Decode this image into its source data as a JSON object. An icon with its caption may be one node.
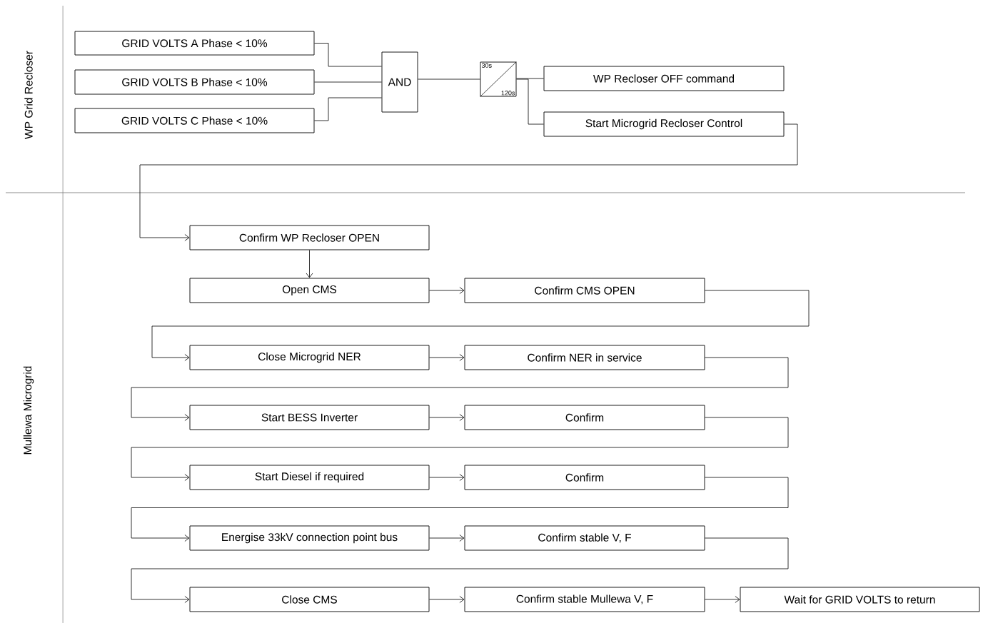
{
  "diagram": {
    "nodes": [
      {
        "text": [
          "GRID VOLTS A Phase < 10%"
        ]
      },
      {
        "text": [
          "GRID VOLTS B Phase < 10%"
        ]
      },
      {
        "text": [
          "GRID VOLTS C  Phase < 10%"
        ]
      },
      {
        "text": [
          "AND"
        ]
      },
      {
        "text": [
          "30s",
          "120s"
        ]
      },
      {
        "text": [
          "WP Recloser OFF command"
        ]
      },
      {
        "text": [
          "Start Microgrid Recloser Control"
        ]
      },
      {
        "text": [
          "Confirm WP Recloser OPEN"
        ]
      },
      {
        "text": [
          "Open CMS"
        ]
      },
      {
        "text": [
          "Confirm CMS OPEN"
        ]
      },
      {
        "text": [
          "Close Microgrid NER"
        ]
      },
      {
        "text": [
          "Confirm NER in service"
        ]
      },
      {
        "text": [
          "Start BESS Inverter"
        ]
      },
      {
        "text": [
          "Confirm"
        ]
      },
      {
        "text": [
          "Start Diesel if required"
        ]
      },
      {
        "text": [
          "Confirm"
        ]
      },
      {
        "text": [
          "Energise 33kV connection point bus"
        ]
      },
      {
        "text": [
          "Confirm stable V, F"
        ]
      },
      {
        "text": [
          "Close CMS"
        ]
      },
      {
        "text": [
          "Confirm stable Mullewa V, F"
        ]
      },
      {
        "text": [
          "Wait for GRID VOLTS to return"
        ]
      }
    ],
    "edges": [
      {
        "from": 0,
        "to": 3,
        "arrow": "none"
      },
      {
        "from": 1,
        "to": 3,
        "arrow": "none"
      },
      {
        "from": 2,
        "to": 3,
        "arrow": "none"
      },
      {
        "from": 3,
        "to": 4,
        "arrow": "none"
      },
      {
        "from": 4,
        "to": 5,
        "arrow": "none"
      },
      {
        "from": 4,
        "to": 6,
        "arrow": "none"
      },
      {
        "from": 6,
        "to": 7,
        "arrow": "to"
      },
      {
        "from": 7,
        "to": 8,
        "arrow": "to"
      },
      {
        "from": 8,
        "to": 9,
        "arrow": "to"
      },
      {
        "from": 9,
        "to": 10,
        "arrow": "to"
      },
      {
        "from": 10,
        "to": 11,
        "arrow": "to"
      },
      {
        "from": 11,
        "to": 12,
        "arrow": "to"
      },
      {
        "from": 12,
        "to": 13,
        "arrow": "to"
      },
      {
        "from": 13,
        "to": 14,
        "arrow": "to"
      },
      {
        "from": 14,
        "to": 15,
        "arrow": "to"
      },
      {
        "from": 15,
        "to": 16,
        "arrow": "to"
      },
      {
        "from": 16,
        "to": 17,
        "arrow": "to"
      },
      {
        "from": 17,
        "to": 18,
        "arrow": "to"
      },
      {
        "from": 18,
        "to": 19,
        "arrow": "to"
      },
      {
        "from": 19,
        "to": 20,
        "arrow": "to"
      }
    ],
    "labels": [
      "WP Grid Recloser",
      "Mullewa Microgrid"
    ]
  }
}
